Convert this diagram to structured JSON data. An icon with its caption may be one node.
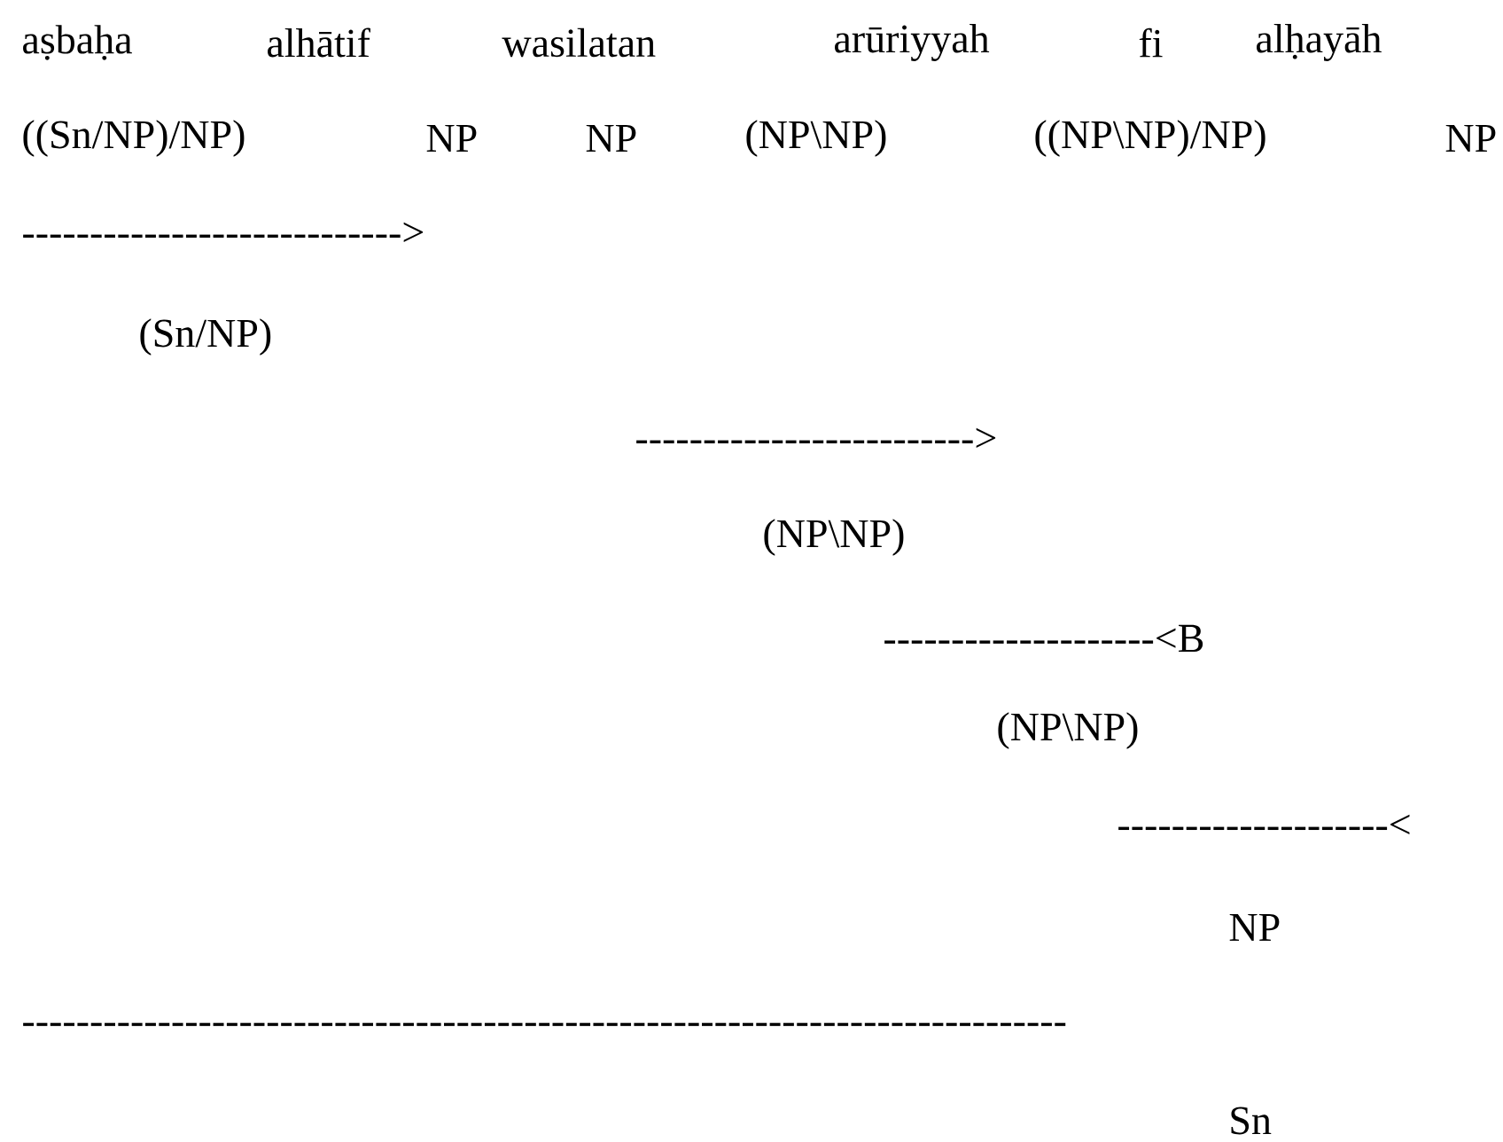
{
  "diagram": {
    "labels": [
      "aṣbaḥa",
      "alhātif",
      "wasilatan",
      "arūriyyah",
      "fi",
      "alḥayāh",
      "((Sn/NP)/NP)",
      "NP",
      "NP",
      "(NP\\NP)",
      "((NP\\NP)/NP)",
      "NP",
      "---------------------------->",
      "(Sn/NP)",
      "------------------------->",
      "(NP\\NP)",
      "--------------------<B",
      "(NP\\NP)",
      "--------------------<",
      "NP",
      "-----------------------------------------------------------------------------",
      "Sn"
    ]
  }
}
